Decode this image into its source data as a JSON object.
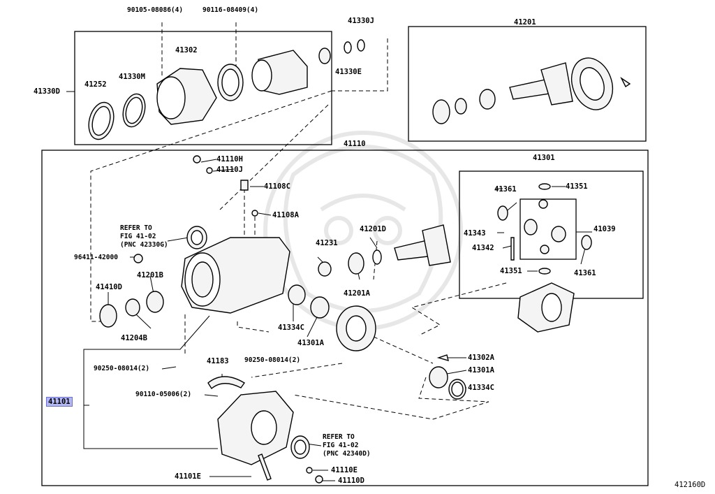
{
  "diagram_id": "412160D",
  "labels": {
    "p90105": "90105-08086(4)",
    "p90116": "90116-08409(4)",
    "p41330J": "41330J",
    "p41201": "41201",
    "p41302": "41302",
    "p41252": "41252",
    "p41330M": "41330M",
    "p41330D": "41330D",
    "p41330E": "41330E",
    "p41110": "41110",
    "p41110H": "41110H",
    "p41110J": "41110J",
    "p41108C": "41108C",
    "p41108A": "41108A",
    "p41301": "41301",
    "p41361a": "41361",
    "p41351a": "41351",
    "p41343": "41343",
    "p41039": "41039",
    "p41342": "41342",
    "p41351b": "41351",
    "p41361b": "41361",
    "p41201D": "41201D",
    "p41231": "41231",
    "p96411": "96411-42000",
    "p41201B": "41201B",
    "p41410D": "41410D",
    "p41204B": "41204B",
    "p41201A": "41201A",
    "p41334C_a": "41334C",
    "p41301A_a": "41301A",
    "p90250a": "90250-08014(2)",
    "p90250b": "90250-08014(2)",
    "p41183": "41183",
    "p41302A": "41302A",
    "p41301A_b": "41301A",
    "p41334C_b": "41334C",
    "p41101": "41101",
    "p90110": "90110-05006(2)",
    "p41101E": "41101E",
    "p41110E": "41110E",
    "p41110D": "41110D"
  },
  "notes": {
    "ref_top": [
      "REFER TO",
      "FIG 41-02",
      "(PNC 42330G)"
    ],
    "ref_bottom": [
      "REFER TO",
      "FIG 41-02",
      "(PNC 42340D)"
    ]
  },
  "colors": {
    "line": "#000000",
    "highlight": "#b4b8f0",
    "part_fill": "#f4f4f4"
  }
}
